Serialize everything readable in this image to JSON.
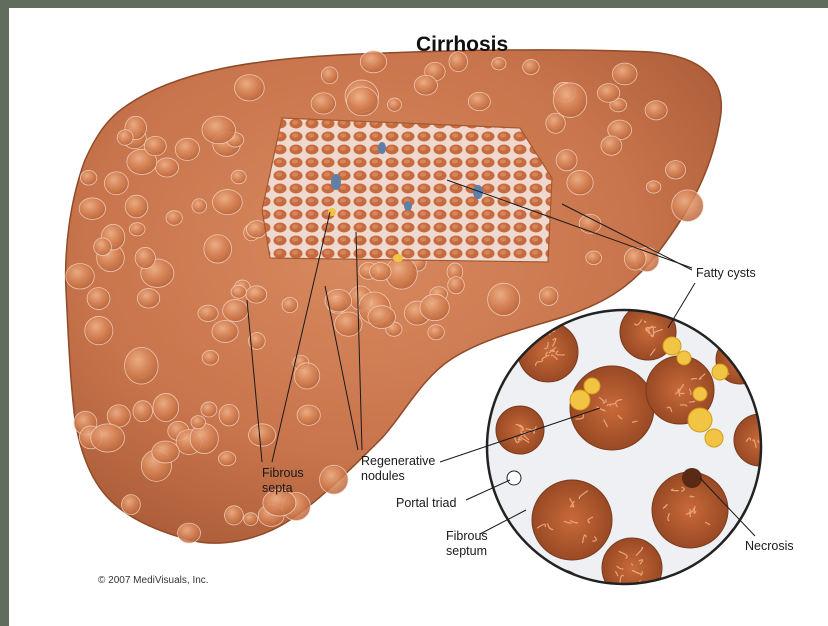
{
  "figure": {
    "title": "Cirrhosis",
    "copyright": "© 2007 MediVisuals, Inc.",
    "labels": {
      "fatty_cysts": "Fatty cysts",
      "fibrous_septa": "Fibrous\nsepta",
      "regenerative_nodules": "Regenerative\nnodules",
      "portal_triad": "Portal triad",
      "fibrous_septum": "Fibrous\nseptum",
      "necrosis": "Necrosis"
    }
  },
  "colors": {
    "liver": "#c8744c",
    "liver_dark": "#9a4f2c",
    "liver_light": "#e5a17a",
    "septa": "#f3e6df",
    "fat": "#f2c443",
    "background_frame": "#616c5d"
  }
}
